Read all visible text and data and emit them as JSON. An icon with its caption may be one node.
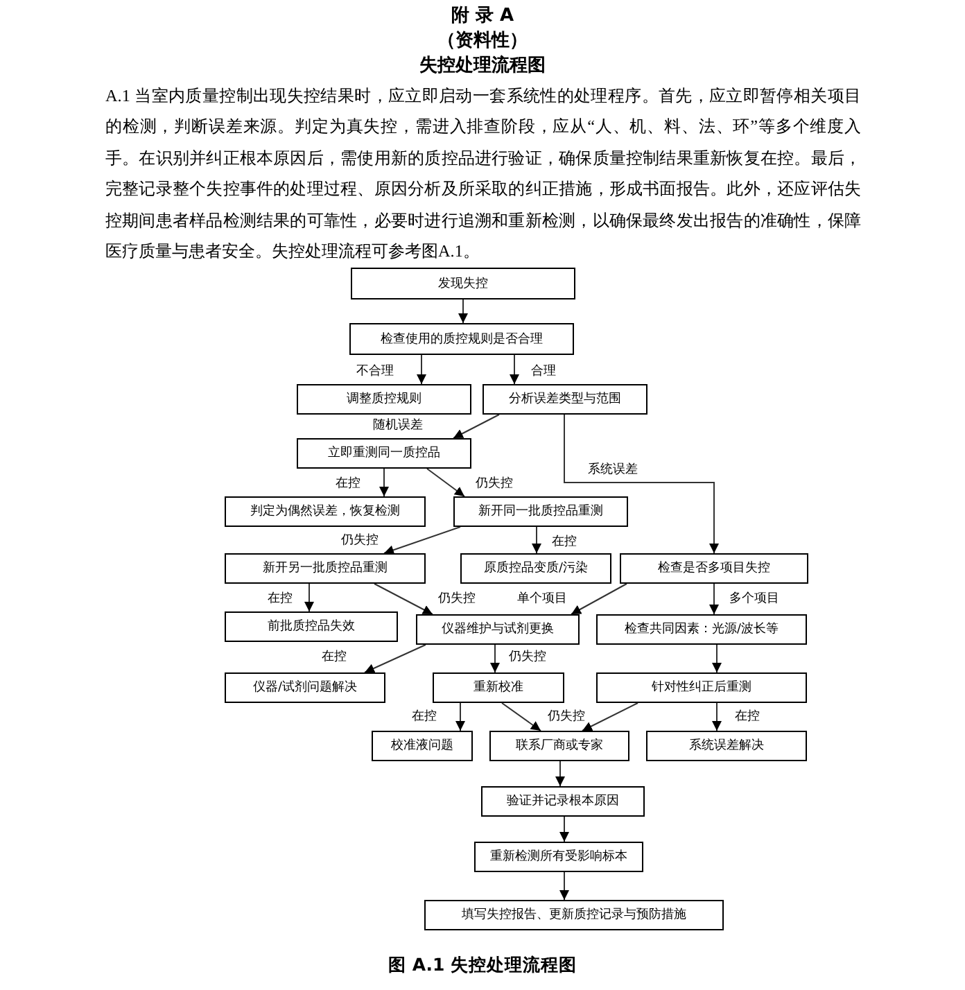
{
  "diagram": {
    "title": "失控处理流程图",
    "caption": "图 A.1 失控处理流程图",
    "labels": [
      "附 录 A",
      "（资料性）",
      "A.1 当室内质量控制出现失控结果时，应立即启动一套系统性的处理程序。首先，应立即暂停相关项目的检测，判断误差来源。判定为真失控，需进入排查阶段，应从“人、机、料、法、环”等多个维度入手。在识别并纠正根本原因后，需使用新的质控品进行验证，确保质量控制结果重新恢复在控。最后，完整记录整个失控事件的处理过程、原因分析及所采取的纠正措施，形成书面报告。此外，还应评估失控期间患者样品检测结果的可靠性，必要时进行追溯和重新检测，以确保最终发出报告的准确性，保障医疗质量与患者安全。失控处理流程可参考图A.1。"
    ],
    "nodes": [
      {
        "text": [
          "发现失控"
        ]
      },
      {
        "text": [
          "检查使用的质控规则是否合理"
        ]
      },
      {
        "text": [
          "调整质控规则"
        ]
      },
      {
        "text": [
          "分析误差类型与范围"
        ]
      },
      {
        "text": [
          "立即重测同一质控品"
        ]
      },
      {
        "text": [
          "判定为偶然误差，恢复检测"
        ]
      },
      {
        "text": [
          "新开同一批质控品重测"
        ]
      },
      {
        "text": [
          "新开另一批质控品重测"
        ]
      },
      {
        "text": [
          "原质控品变质/污染"
        ]
      },
      {
        "text": [
          "检查是否多项目失控"
        ]
      },
      {
        "text": [
          "前批质控品失效"
        ]
      },
      {
        "text": [
          "仪器维护与试剂更换"
        ]
      },
      {
        "text": [
          "检查共同因素：光源/波长等"
        ]
      },
      {
        "text": [
          "仪器/试剂问题解决"
        ]
      },
      {
        "text": [
          "重新校准"
        ]
      },
      {
        "text": [
          "针对性纠正后重测"
        ]
      },
      {
        "text": [
          "校准液问题"
        ]
      },
      {
        "text": [
          "联系厂商或专家"
        ]
      },
      {
        "text": [
          "系统误差解决"
        ]
      },
      {
        "text": [
          "验证并记录根本原因"
        ]
      },
      {
        "text": [
          "重新检测所有受影响标本"
        ]
      },
      {
        "text": [
          "填写失控报告、更新质控记录与预防措施"
        ]
      }
    ],
    "edges": [
      {
        "from": 0,
        "to": 1,
        "arrow": "to"
      },
      {
        "from": 1,
        "to": 2,
        "arrow": "to",
        "label": "不合理"
      },
      {
        "from": 1,
        "to": 3,
        "arrow": "to",
        "label": "合理"
      },
      {
        "from": 3,
        "to": 4,
        "arrow": "to",
        "label": "随机误差"
      },
      {
        "from": 3,
        "to": 9,
        "arrow": "to",
        "label": "系统误差"
      },
      {
        "from": 4,
        "to": 5,
        "arrow": "to",
        "label": "在控"
      },
      {
        "from": 4,
        "to": 6,
        "arrow": "to",
        "label": "仍失控"
      },
      {
        "from": 6,
        "to": 7,
        "arrow": "to",
        "label": "仍失控"
      },
      {
        "from": 6,
        "to": 8,
        "arrow": "to",
        "label": "在控"
      },
      {
        "from": 7,
        "to": 10,
        "arrow": "to",
        "label": "在控"
      },
      {
        "from": 7,
        "to": 11,
        "arrow": "to",
        "label": "仍失控"
      },
      {
        "from": 9,
        "to": 11,
        "arrow": "to",
        "label": "单个项目"
      },
      {
        "from": 9,
        "to": 12,
        "arrow": "to",
        "label": "多个项目"
      },
      {
        "from": 11,
        "to": 13,
        "arrow": "to",
        "label": "在控"
      },
      {
        "from": 11,
        "to": 14,
        "arrow": "to",
        "label": "仍失控"
      },
      {
        "from": 12,
        "to": 15,
        "arrow": "to"
      },
      {
        "from": 14,
        "to": 16,
        "arrow": "to",
        "label": "在控"
      },
      {
        "from": 14,
        "to": 17,
        "arrow": "to",
        "label": "仍失控"
      },
      {
        "from": 15,
        "to": 17,
        "arrow": "to"
      },
      {
        "from": 15,
        "to": 18,
        "arrow": "to",
        "label": "在控"
      },
      {
        "from": 17,
        "to": 19,
        "arrow": "to"
      },
      {
        "from": 19,
        "to": 20,
        "arrow": "to"
      },
      {
        "from": 20,
        "to": 21,
        "arrow": "to"
      }
    ]
  }
}
